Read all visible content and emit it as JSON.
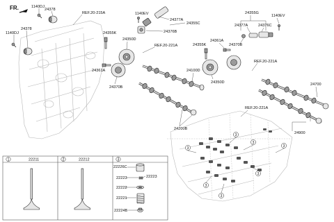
{
  "header": {
    "fr_label": "FR."
  },
  "refs": {
    "ref_215a": "REF.20-215A",
    "ref_221a_left": "REF.20-221A",
    "ref_221a_right": "REF.20-221A",
    "ref_221a_bottom": "REF.20-221A"
  },
  "parts": {
    "p1140dj_top": "1140DJ",
    "p24378_top": "24378",
    "p1140dj_left": "1140DJ",
    "p24378_left": "24378",
    "p1140ev_left": "1140EV",
    "p24377a_left": "24377A",
    "p24355c": "24355C",
    "p24376b": "24376B",
    "p24355k_left": "24355K",
    "p24350d_left": "24350D",
    "p24361a_left": "24361A",
    "p24370b": "24370B",
    "p24100d": "24100D",
    "p24200b": "24200B",
    "p24355g": "24355G",
    "p1140ev_right": "1140EV",
    "p24377a_right": "24377A",
    "p24376c": "24376C",
    "p24370b_right": "24370B",
    "p24355k_right": "24355K",
    "p24361a_right": "24361A",
    "p24350d_right": "24350D",
    "p24700": "24700",
    "p24900": "24900"
  },
  "callouts": [
    "3",
    "3",
    "3",
    "3",
    "3",
    "3",
    "3"
  ],
  "table": {
    "cells": [
      {
        "num": "1",
        "part": "22211"
      },
      {
        "num": "2",
        "part": "22212"
      },
      {
        "num": "3",
        "part": ""
      }
    ],
    "spring_parts": {
      "p22226c": "22226C",
      "p22223_a": "22223",
      "p22223_b": "22223",
      "p22222": "22222",
      "p22221": "22221",
      "p22224b": "22224B"
    }
  }
}
